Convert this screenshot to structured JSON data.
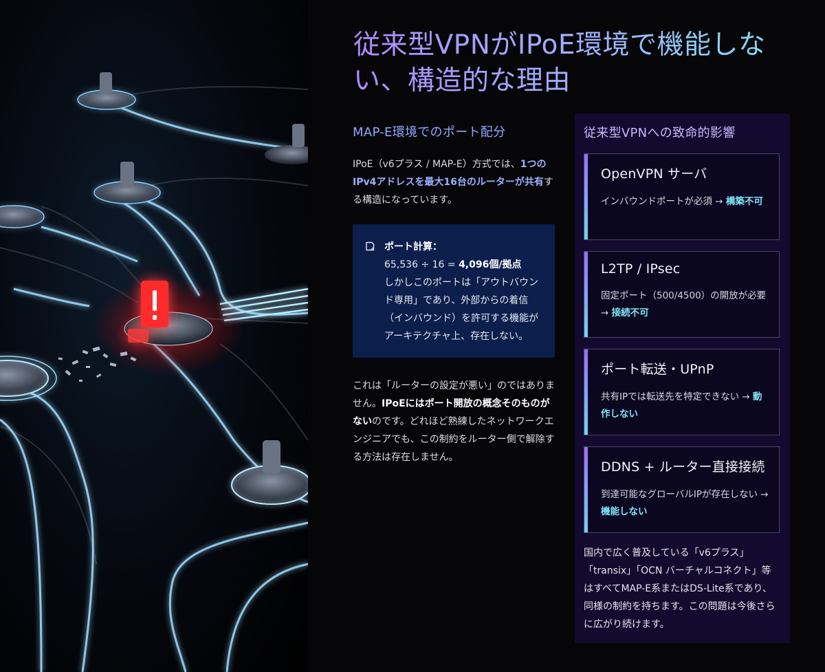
{
  "title": "従来型VPNがIPoE環境で機能しない、構造的な理由",
  "left": {
    "heading": "MAP-E環境でのポート配分",
    "intro_pre": "IPoE（v6プラス / MAP-E）方式では、",
    "intro_hl": "1つのIPv4アドレスを最大16台のルーターが共有",
    "intro_post": "する構造になっています。",
    "calc": {
      "icon": "note-icon",
      "label": "ポート計算：",
      "formula_pre": "65,536 ÷ 16 = ",
      "formula_result": "4,096個/拠点",
      "desc": "しかしこのポートは「アウトバウンド専用」であり、外部からの着信（インバウンド）を許可する機能がアーキテクチャ上、存在しない。"
    },
    "outro_pre": "これは「ルーターの設定が悪い」のではありません。",
    "outro_hl": "IPoEにはポート開放の概念そのものがない",
    "outro_post": "のです。どれほど熟練したネットワークエンジニアでも、この制約をルーター側で解除する方法は存在しません。"
  },
  "right": {
    "heading": "従来型VPNへの致命的影響",
    "cards": [
      {
        "title": "OpenVPN サーバ",
        "desc": "インバウンドポートが必須 → ",
        "result": "構築不可"
      },
      {
        "title": "L2TP / IPsec",
        "desc": "固定ポート（500/4500）の開放が必要 → ",
        "result": "接続不可"
      },
      {
        "title": "ポート転送・UPnP",
        "desc": "共有IPでは転送先を特定できない → ",
        "result": "動作しない"
      },
      {
        "title": "DDNS + ルーター直接接続",
        "desc": "到達可能なグローバルIPが存在しない → ",
        "result": "機能しない"
      }
    ],
    "note": "国内で広く普及している「v6プラス」「transix」「OCN バーチャルコネクト」等はすべてMAP-E系またはDS-Lite系であり、同様の制約を持ちます。この問題は今後さらに広がり続けます。"
  },
  "colors": {
    "accent_blue": "#93a7ff",
    "accent_cyan": "#7fe4f5",
    "accent_purple": "#b08cff",
    "alert_red": "#ff2a2a"
  }
}
